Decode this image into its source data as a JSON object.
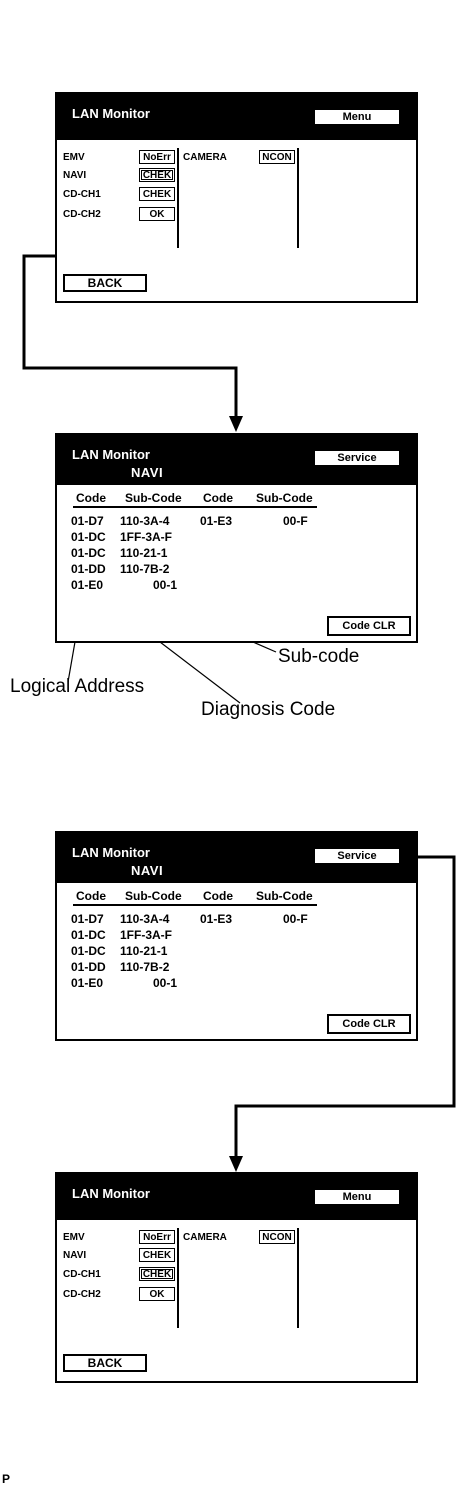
{
  "monitor_a": {
    "title": "LAN Monitor",
    "button": "Menu",
    "left_labels": [
      "EMV",
      "NAVI",
      "CD-CH1",
      "CD-CH2"
    ],
    "left_status": [
      "NoErr",
      "CHEK",
      "CHEK",
      "OK"
    ],
    "right_label": "CAMERA",
    "right_status": "NCON",
    "back": "BACK"
  },
  "monitor_b": {
    "title": "LAN Monitor",
    "subtitle": "NAVI",
    "button": "Service",
    "headers": [
      "Code",
      "Sub-Code",
      "Code",
      "Sub-Code"
    ],
    "rows": [
      {
        "code": "01-D7",
        "sub": "110-3A-4"
      },
      {
        "code": "01-DC",
        "sub": "1FF-3A-F"
      },
      {
        "code": "01-DC",
        "sub": "110-21-1"
      },
      {
        "code": "01-DD",
        "sub": "110-7B-2"
      },
      {
        "code": "01-E0",
        "sub": "00-1"
      }
    ],
    "right_row": {
      "code": "01-E3",
      "sub": "00-F"
    },
    "clear": "Code CLR"
  },
  "callouts": {
    "sub_code": "Sub-code",
    "logical_address": "Logical Address",
    "diagnosis_code": "Diagnosis Code"
  },
  "monitor_c": {
    "title": "LAN Monitor",
    "subtitle": "NAVI",
    "button": "Service",
    "headers": [
      "Code",
      "Sub-Code",
      "Code",
      "Sub-Code"
    ],
    "rows": [
      {
        "code": "01-D7",
        "sub": "110-3A-4"
      },
      {
        "code": "01-DC",
        "sub": "1FF-3A-F"
      },
      {
        "code": "01-DC",
        "sub": "110-21-1"
      },
      {
        "code": "01-DD",
        "sub": "110-7B-2"
      },
      {
        "code": "01-E0",
        "sub": "00-1"
      }
    ],
    "right_row": {
      "code": "01-E3",
      "sub": "00-F"
    },
    "clear": "Code CLR"
  },
  "monitor_d": {
    "title": "LAN Monitor",
    "button": "Menu",
    "left_labels": [
      "EMV",
      "NAVI",
      "CD-CH1",
      "CD-CH2"
    ],
    "left_status": [
      "NoErr",
      "CHEK",
      "CHEK",
      "OK"
    ],
    "right_label": "CAMERA",
    "right_status": "NCON",
    "back": "BACK"
  },
  "footer": "P"
}
